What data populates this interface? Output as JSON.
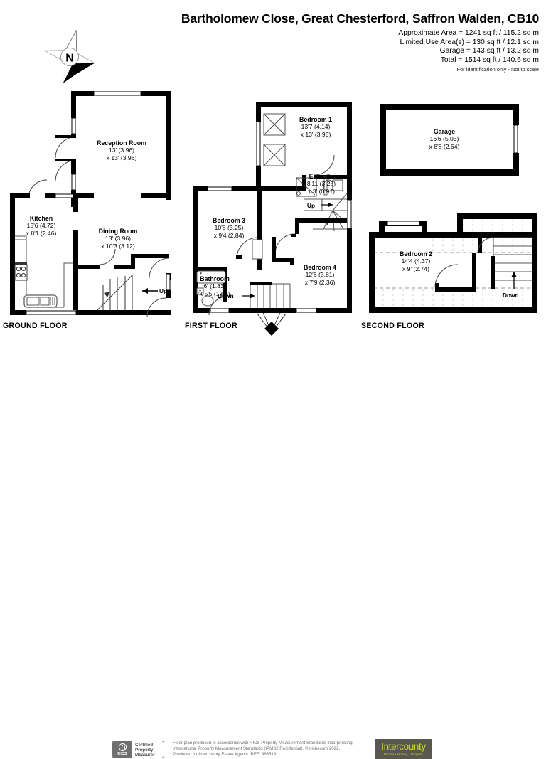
{
  "header": {
    "title": "Bartholomew Close, Great Chesterford, Saffron Walden, CB10",
    "areas": [
      "Approximate Area = 1241 sq ft / 115.2 sq m",
      "Limited Use Area(s) = 130 sq ft / 12.1 sq m",
      "Garage = 143 sq ft / 13.2 sq m",
      "Total = 1514 sq ft / 140.6 sq m"
    ],
    "note": "For identification only - Not to scale"
  },
  "compass": {
    "north_label": "N"
  },
  "floors": [
    {
      "id": "ground",
      "label": "GROUND FLOOR"
    },
    {
      "id": "first",
      "label": "FIRST FLOOR"
    },
    {
      "id": "second",
      "label": "SECOND FLOOR"
    }
  ],
  "rooms": {
    "reception": {
      "name": "Reception Room",
      "dim1": "13' (3.96)",
      "dim2": "x 13' (3.96)"
    },
    "kitchen": {
      "name": "Kitchen",
      "dim1": "15'6 (4.72)",
      "dim2": "x 8'1 (2.46)"
    },
    "dining": {
      "name": "Dining Room",
      "dim1": "13' (3.96)",
      "dim2": "x 10'3 (3.12)"
    },
    "bedroom1": {
      "name": "Bedroom 1",
      "dim1": "13'7 (4.14)",
      "dim2": "x 13' (3.96)"
    },
    "ensuite": {
      "name": "En-suite",
      "dim1": "8'11 (3.25)",
      "dim2": "x 3' (0.91)"
    },
    "bedroom3": {
      "name": "Bedroom 3",
      "dim1": "10'8 (3.25)",
      "dim2": "x 9'4 (2.84)"
    },
    "bedroom4": {
      "name": "Bedroom 4",
      "dim1": "12'6 (3.81)",
      "dim2": "x 7'9 (2.36)"
    },
    "bathroom": {
      "name": "Bathroom",
      "dim1": "6' (1.83)",
      "dim2": "x 5'5 (1.65)"
    },
    "garage": {
      "name": "Garage",
      "dim1": "16'6 (5.03)",
      "dim2": "x 8'8 (2.64)"
    },
    "bedroom2": {
      "name": "Bedroom 2",
      "dim1": "14'4 (4.37)",
      "dim2": "x 9' (2.74)"
    }
  },
  "stair_labels": {
    "ground_up": "Up",
    "first_up": "Up",
    "first_down": "Down",
    "second_down": "Down"
  },
  "footer": {
    "rics": {
      "line1": "Certified",
      "line2": "Property",
      "line3": "Measurer",
      "mark": "RICS"
    },
    "disclaimer": [
      "Floor plan produced in accordance with RICS Property Measurement Standards incorporating",
      "International Property Measurement Standards (IPMS2 Residential).   © nichecom 2022.",
      "Produced for Intercounty Estate Agents.    REF: 963519"
    ],
    "agent": {
      "name": "Intercounty",
      "tagline": "People  •  Moving  •  Property"
    }
  },
  "colors": {
    "wall": "#000000",
    "background": "#ffffff",
    "fixture_stroke": "#3a3a3a",
    "limited_use": "#d8d8d8",
    "agent_bg": "#58584f",
    "agent_fg": "#c8d430"
  }
}
